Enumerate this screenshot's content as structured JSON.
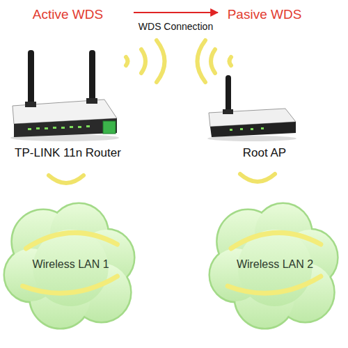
{
  "diagram": {
    "nodes": [
      {
        "text": [
          "Active WDS",
          "TP-LINK 11n Router"
        ]
      },
      {
        "text": [
          "Pasive WDS",
          "Root AP"
        ]
      },
      {
        "text": [
          "Wireless LAN 1"
        ]
      },
      {
        "text": [
          "Wireless LAN 2"
        ]
      }
    ],
    "edges": [
      {
        "from": 0,
        "to": 1,
        "arrow": "to",
        "label": "WDS Connection"
      }
    ]
  }
}
